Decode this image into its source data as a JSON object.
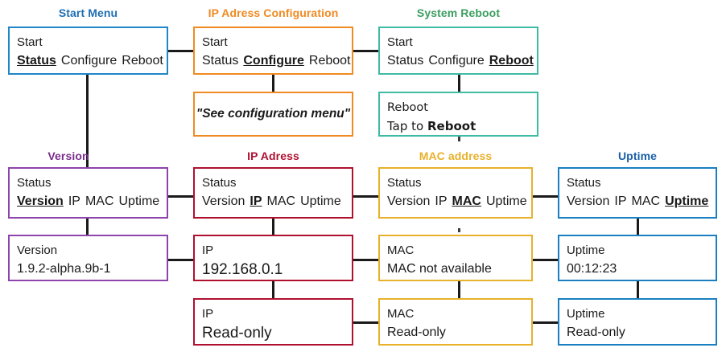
{
  "groups": [
    {
      "id": "start_menu",
      "title": "Start Menu",
      "color": "#1f6fb2"
    },
    {
      "id": "ip_config",
      "title": "IP Adress Configuration",
      "color": "#f08a22"
    },
    {
      "id": "sys_reboot",
      "title": "System Reboot",
      "color": "#3b9e5f"
    },
    {
      "id": "version",
      "title": "Version",
      "color": "#7b2d8e"
    },
    {
      "id": "ip_address",
      "title": "IP Adress",
      "color": "#b01030"
    },
    {
      "id": "mac_address",
      "title": "MAC address",
      "color": "#e8b12c"
    },
    {
      "id": "uptime",
      "title": "Uptime",
      "color": "#1a5fa8"
    }
  ],
  "screens": {
    "start_menu": {
      "header": "Start",
      "items": [
        "Status",
        "Configure",
        "Reboot"
      ],
      "selected": "Status"
    },
    "ip_config_menu": {
      "header": "Start",
      "items": [
        "Status",
        "Configure",
        "Reboot"
      ],
      "selected": "Configure"
    },
    "ip_config_detail": {
      "text": "\"See configuration menu\""
    },
    "reboot_menu": {
      "header": "Start",
      "items": [
        "Status",
        "Configure",
        "Reboot"
      ],
      "selected": "Reboot"
    },
    "reboot_action": {
      "header": "Reboot",
      "prefix": "Tap to ",
      "action": "Reboot"
    },
    "version_menu": {
      "header": "Status",
      "items": [
        "Version",
        "IP",
        "MAC",
        "Uptime"
      ],
      "selected": "Version"
    },
    "version_value": {
      "header": "Version",
      "value": "1.9.2-alpha.9b-1"
    },
    "ip_menu": {
      "header": "Status",
      "items": [
        "Version",
        "IP",
        "MAC",
        "Uptime"
      ],
      "selected": "IP"
    },
    "ip_value": {
      "header": "IP",
      "value": "192.168.0.1"
    },
    "ip_readonly": {
      "header": "IP",
      "value": "Read-only"
    },
    "mac_menu": {
      "header": "Status",
      "items": [
        "Version",
        "IP",
        "MAC",
        "Uptime"
      ],
      "selected": "MAC"
    },
    "mac_value": {
      "header": "MAC",
      "value": "MAC not available"
    },
    "mac_readonly": {
      "header": "MAC",
      "value": "Read-only"
    },
    "uptime_menu": {
      "header": "Status",
      "items": [
        "Version",
        "IP",
        "MAC",
        "Uptime"
      ],
      "selected": "Uptime"
    },
    "uptime_value": {
      "header": "Uptime",
      "value": "00:12:23"
    },
    "uptime_readonly": {
      "header": "Uptime",
      "value": "Read-only"
    }
  }
}
